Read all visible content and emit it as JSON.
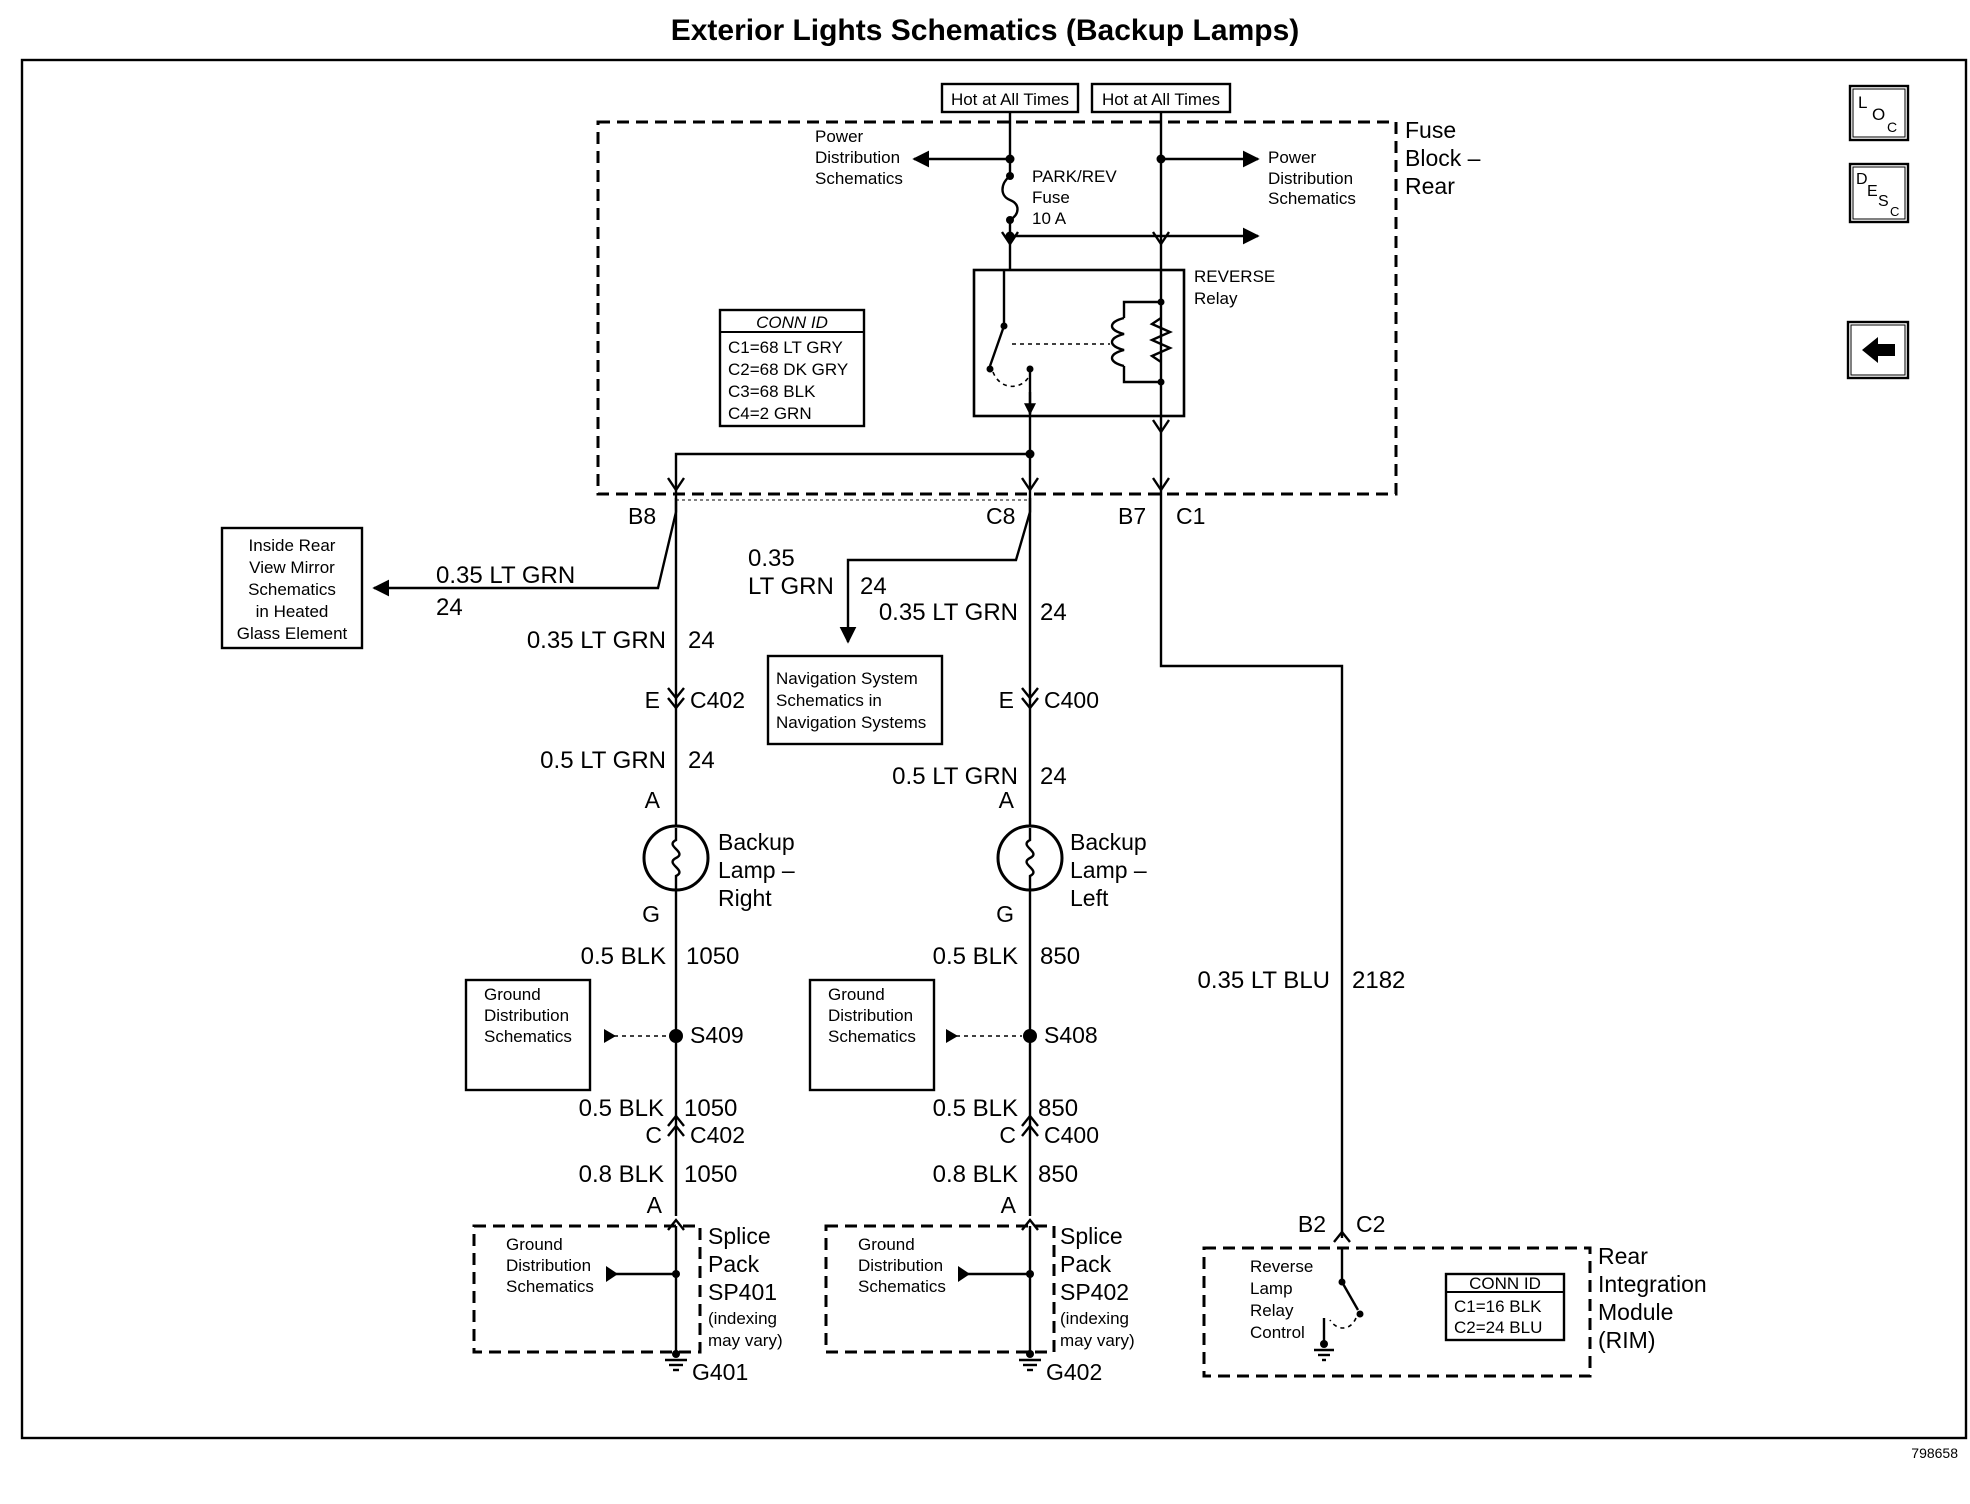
{
  "title": "Exterior Lights Schematics (Backup Lamps)",
  "figure_number": "798658",
  "nav_buttons": {
    "loc": {
      "l": "L",
      "o": "O",
      "c": "C"
    },
    "desc": {
      "d": "D",
      "e": "E",
      "s": "S",
      "c": "C"
    }
  },
  "hot_labels": [
    "Hot at All Times",
    "Hot at All Times"
  ],
  "fuse_block": {
    "name_lines": [
      "Fuse",
      "Block –",
      "Rear"
    ],
    "power_left_lines": [
      "Power",
      "Distribution",
      "Schematics"
    ],
    "power_right_lines": [
      "Power",
      "Distribution",
      "Schematics"
    ],
    "fuse_lines": [
      "PARK/REV",
      "Fuse",
      "10 A"
    ],
    "relay_lines": [
      "REVERSE",
      "Relay"
    ],
    "conn_id": {
      "header": "CONN ID",
      "rows": [
        "C1=68 LT GRY",
        "C2=68 DK GRY",
        "C3=68 BLK",
        "C4=2 GRN"
      ]
    }
  },
  "pins": {
    "b8": "B8",
    "c8": "C8",
    "b7": "B7",
    "c1": "C1",
    "e_right": "E",
    "e_left": "E",
    "a_right_top": "A",
    "a_left_top": "A",
    "g_right": "G",
    "g_left": "G",
    "c_right": "C",
    "c_left": "C",
    "a_right_bot": "A",
    "a_left_bot": "A",
    "b2": "B2",
    "c2": "C2"
  },
  "connectors": {
    "c402_top": "C402",
    "c400_top": "C400",
    "c402_bot": "C402",
    "c400_bot": "C400"
  },
  "wires": {
    "mirror": {
      "label": "0.35 LT GRN",
      "circuit": "24"
    },
    "nav": {
      "label_lines": [
        "0.35",
        "LT GRN"
      ],
      "circuit": "24"
    },
    "right_1": {
      "label": "0.35 LT GRN",
      "circuit": "24"
    },
    "left_1": {
      "label": "0.35 LT GRN",
      "circuit": "24"
    },
    "right_2": {
      "label": "0.5 LT GRN",
      "circuit": "24"
    },
    "left_2": {
      "label": "0.5 LT GRN",
      "circuit": "24"
    },
    "right_3": {
      "label": "0.5 BLK",
      "circuit": "1050"
    },
    "left_3": {
      "label": "0.5 BLK",
      "circuit": "850"
    },
    "right_4": {
      "label": "0.5 BLK",
      "circuit": "1050"
    },
    "left_4": {
      "label": "0.5 BLK",
      "circuit": "850"
    },
    "right_5": {
      "label": "0.8 BLK",
      "circuit": "1050"
    },
    "left_5": {
      "label": "0.8 BLK",
      "circuit": "850"
    },
    "rim": {
      "label": "0.35 LT BLU",
      "circuit": "2182"
    }
  },
  "mirror_box_lines": [
    "Inside Rear",
    "View Mirror",
    "Schematics",
    "in Heated",
    "Glass Element"
  ],
  "nav_box_lines": [
    "Navigation System",
    "Schematics in",
    "Navigation Systems"
  ],
  "lamps": {
    "right_lines": [
      "Backup",
      "Lamp –",
      "Right"
    ],
    "left_lines": [
      "Backup",
      "Lamp –",
      "Left"
    ]
  },
  "splices": {
    "s409": "S409",
    "s408": "S408"
  },
  "ground_dist_lines": [
    "Ground",
    "Distribution",
    "Schematics"
  ],
  "splice_packs": {
    "sp401_lines": [
      "Splice",
      "Pack",
      "SP401",
      "(indexing",
      "may vary)"
    ],
    "sp402_lines": [
      "Splice",
      "Pack",
      "SP402",
      "(indexing",
      "may vary)"
    ]
  },
  "grounds": {
    "g401": "G401",
    "g402": "G402"
  },
  "rim": {
    "name_lines": [
      "Rear",
      "Integration",
      "Module",
      "(RIM)"
    ],
    "control_lines": [
      "Reverse",
      "Lamp",
      "Relay",
      "Control"
    ],
    "conn_id": {
      "header": "CONN ID",
      "rows": [
        "C1=16 BLK",
        "C2=24 BLU"
      ]
    }
  }
}
